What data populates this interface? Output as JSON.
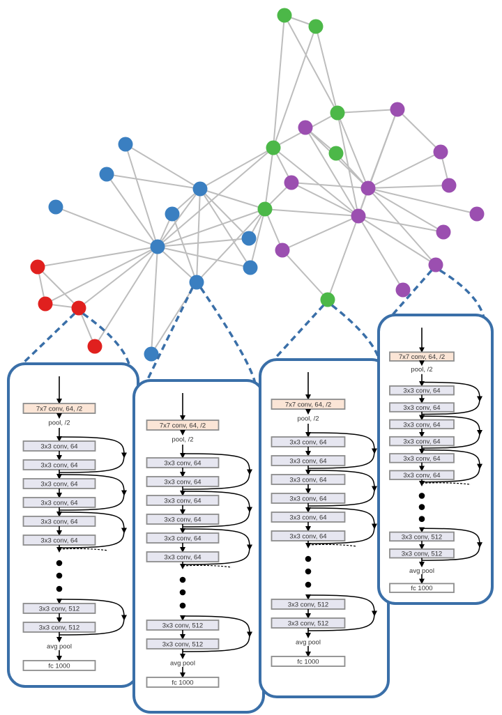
{
  "colors": {
    "community_green": "#4cb848",
    "community_purple": "#9b4fb0",
    "community_blue": "#3a7fc1",
    "community_red": "#e0201e",
    "edge": "#bdbdbd",
    "panel_border": "#3a6fa8",
    "conv7_fill": "#fbe5d6",
    "conv_fill": "#e6e6f0",
    "box_border": "#8c8c8c"
  },
  "graph": {
    "communities": [
      "green",
      "purple",
      "blue",
      "red"
    ]
  },
  "panels": [
    {
      "name": "resnet-panel-1",
      "attached_node": "red",
      "layers": {
        "conv7": "7x7 conv, 64, /2",
        "pool": "pool, /2",
        "conv64": [
          "3x3 conv, 64",
          "3x3 conv, 64",
          "3x3 conv, 64",
          "3x3 conv, 64",
          "3x3 conv, 64",
          "3x3 conv, 64"
        ],
        "conv512": [
          "3x3 conv, 512",
          "3x3 conv, 512"
        ],
        "avgpool": "avg pool",
        "fc": "fc 1000"
      }
    },
    {
      "name": "resnet-panel-2",
      "attached_node": "blue",
      "layers": {
        "conv7": "7x7 conv, 64, /2",
        "pool": "pool, /2",
        "conv64": [
          "3x3 conv, 64",
          "3x3 conv, 64",
          "3x3 conv, 64",
          "3x3 conv, 64",
          "3x3 conv, 64",
          "3x3 conv, 64"
        ],
        "conv512": [
          "3x3 conv, 512",
          "3x3 conv, 512"
        ],
        "avgpool": "avg pool",
        "fc": "fc 1000"
      }
    },
    {
      "name": "resnet-panel-3",
      "attached_node": "green",
      "layers": {
        "conv7": "7x7 conv, 64, /2",
        "pool": "pool, /2",
        "conv64": [
          "3x3 conv, 64",
          "3x3 conv, 64",
          "3x3 conv, 64",
          "3x3 conv, 64",
          "3x3 conv, 64",
          "3x3 conv, 64"
        ],
        "conv512": [
          "3x3 conv, 512",
          "3x3 conv, 512"
        ],
        "avgpool": "avg pool",
        "fc": "fc 1000"
      }
    },
    {
      "name": "resnet-panel-4",
      "attached_node": "purple",
      "layers": {
        "conv7": "7x7 conv, 64, /2",
        "pool": "pool, /2",
        "conv64": [
          "3x3 conv, 64",
          "3x3 conv, 64",
          "3x3 conv, 64",
          "3x3 conv, 64",
          "3x3 conv, 64",
          "3x3 conv, 64"
        ],
        "conv512": [
          "3x3 conv, 512",
          "3x3 conv, 512"
        ],
        "avgpool": "avg pool",
        "fc": "fc 1000"
      }
    }
  ]
}
